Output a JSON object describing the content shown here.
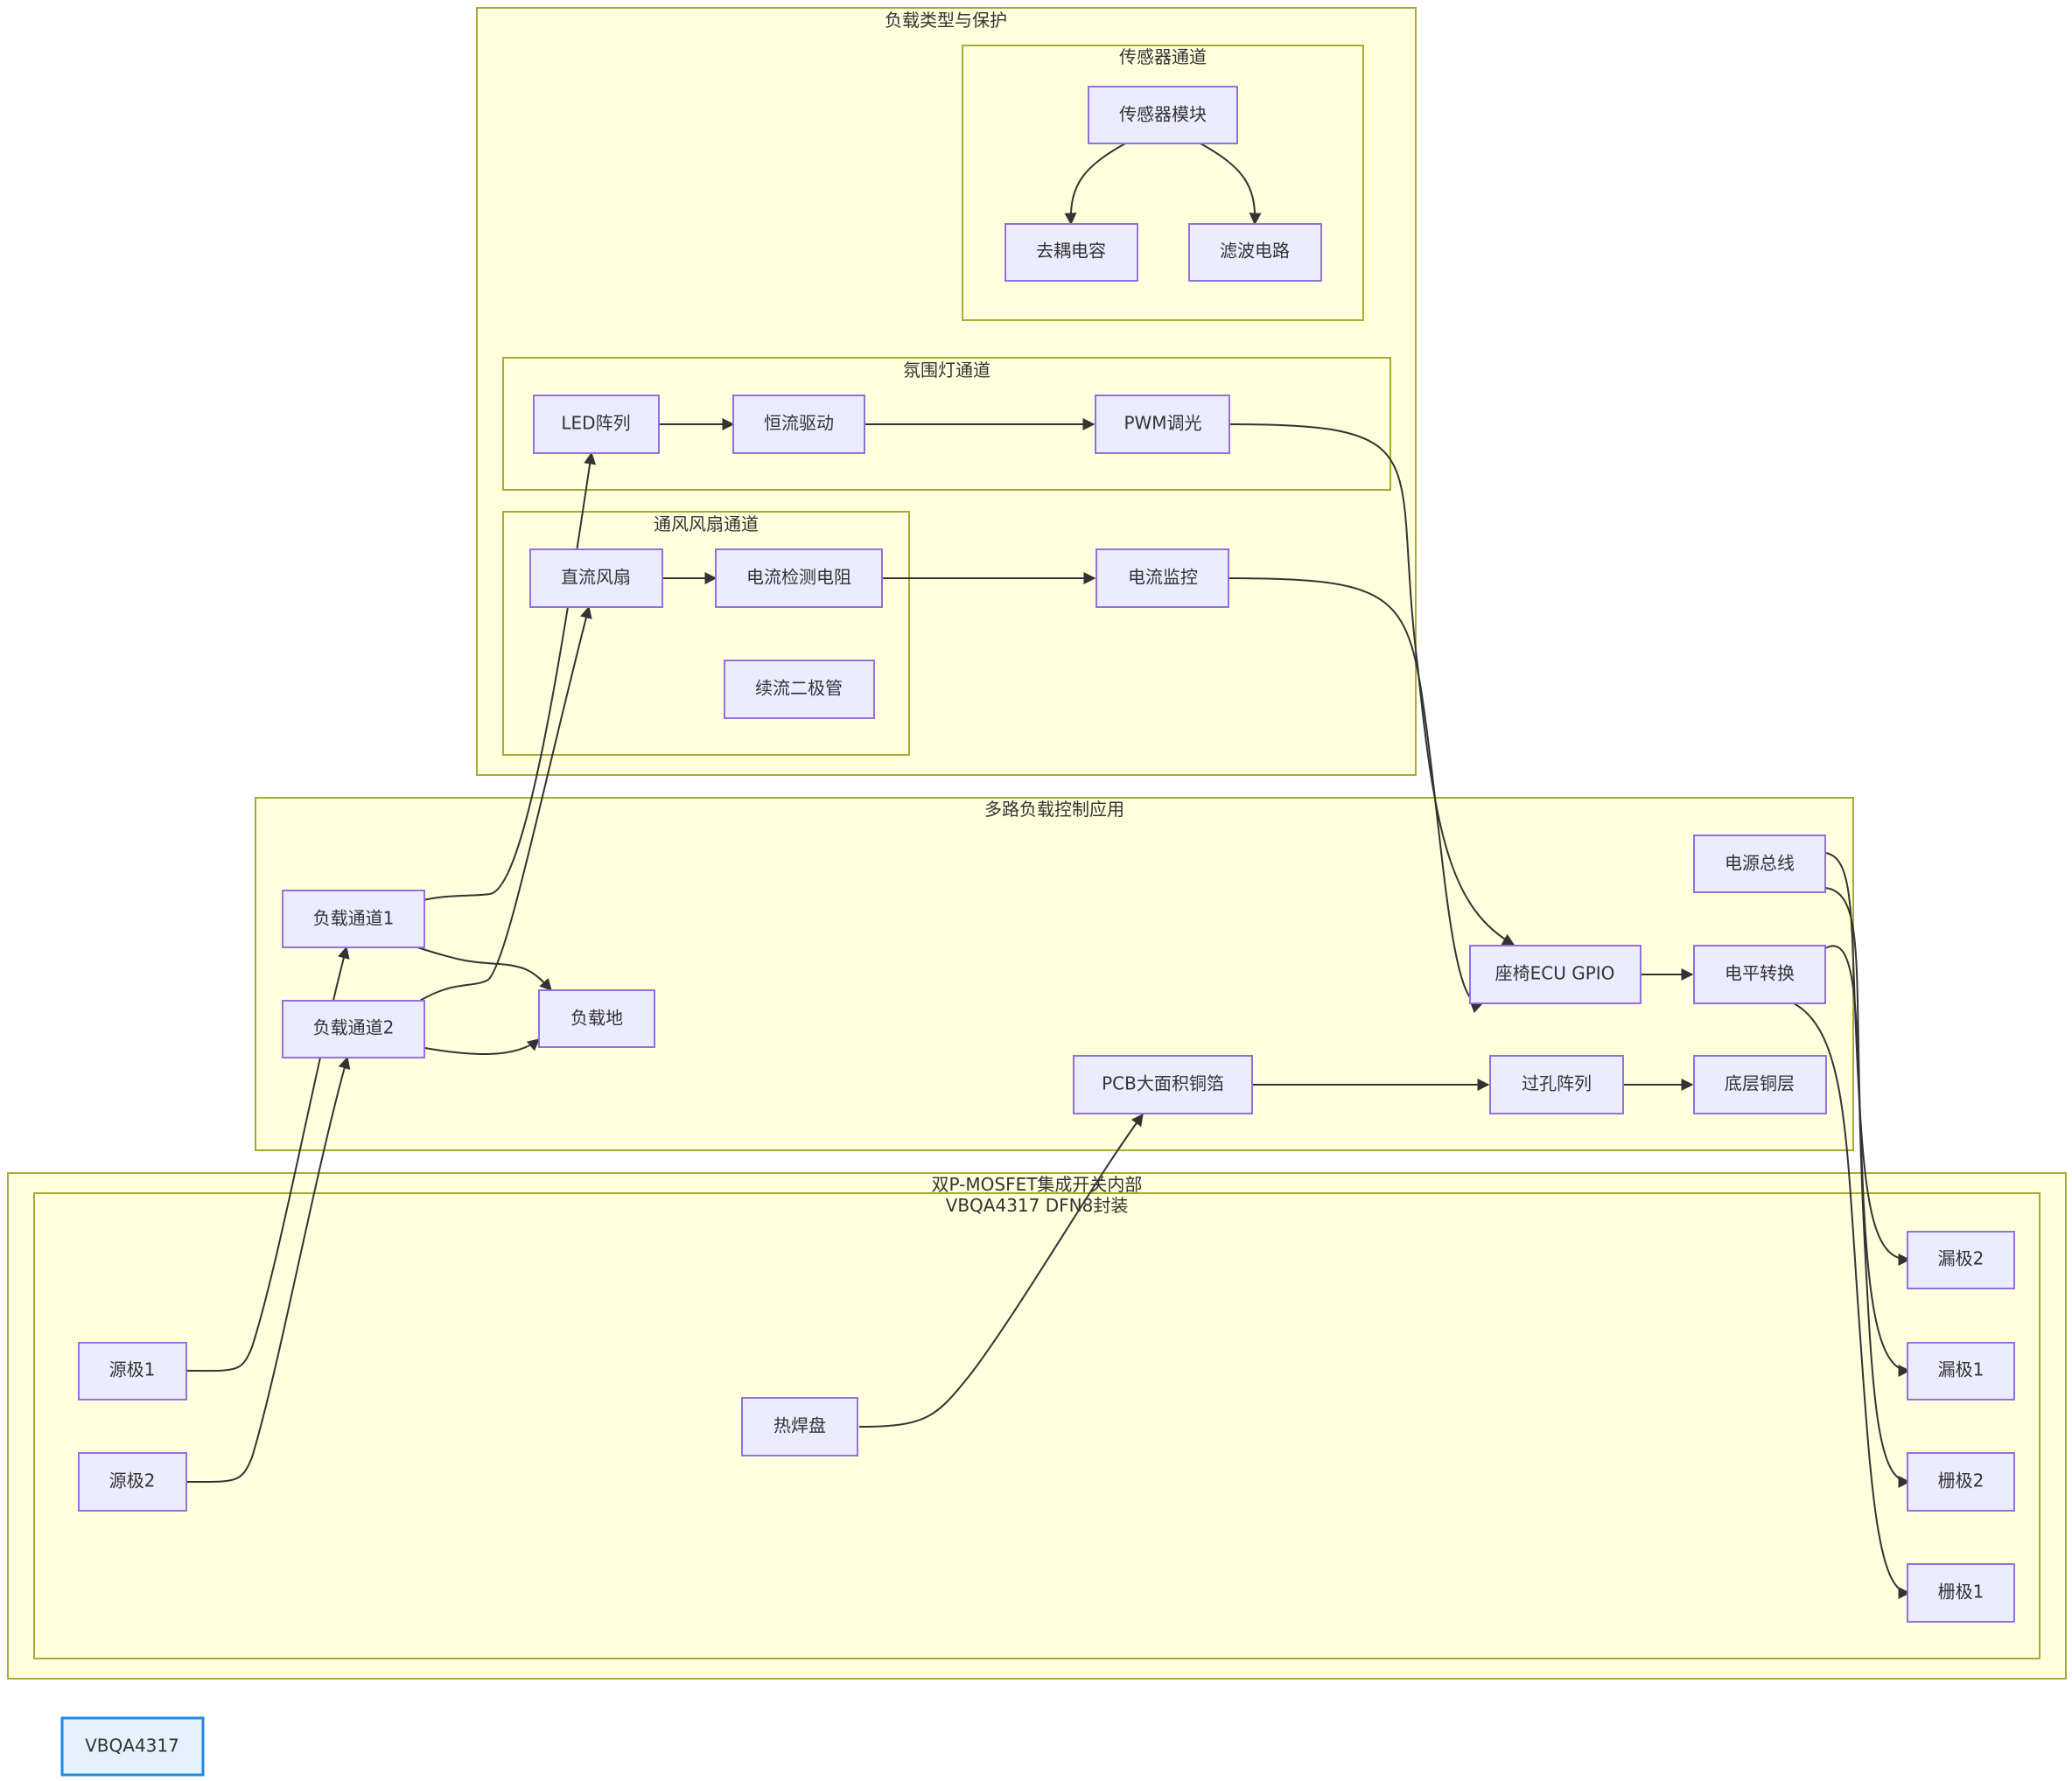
{
  "clusters": {
    "load_types": {
      "label": "负载类型与保护"
    },
    "sensor_channel": {
      "label": "传感器通道"
    },
    "ambient_light_channel": {
      "label": "氛围灯通道"
    },
    "fan_channel": {
      "label": "通风风扇通道"
    },
    "multi_load_app": {
      "label": "多路负载控制应用"
    },
    "mosfet_internal": {
      "label": "双P-MOSFET集成开关内部"
    },
    "package": {
      "label": "VBQA4317 DFN8封装"
    }
  },
  "nodes": {
    "sensor_module": "传感器模块",
    "decoupling_cap": "去耦电容",
    "filter_circuit": "滤波电路",
    "led_array": "LED阵列",
    "cc_driver": "恒流驱动",
    "pwm_dimming": "PWM调光",
    "dc_fan": "直流风扇",
    "current_sense_resistor": "电流检测电阻",
    "current_monitor": "电流监控",
    "freewheel_diode": "续流二极管",
    "power_bus": "电源总线",
    "load_channel_1": "负载通道1",
    "load_channel_2": "负载通道2",
    "load_ground": "负载地",
    "seat_ecu_gpio": "座椅ECU GPIO",
    "level_shifter": "电平转换",
    "pcb_copper": "PCB大面积铜箔",
    "via_array": "过孔阵列",
    "bottom_copper": "底层铜层",
    "source_1": "源极1",
    "source_2": "源极2",
    "thermal_pad": "热焊盘",
    "drain_2": "漏极2",
    "drain_1": "漏极1",
    "gate_2": "栅极2",
    "gate_1": "栅极1"
  },
  "legend": {
    "label": "VBQA4317"
  },
  "colors": {
    "cluster_fill": "#ffffde",
    "cluster_stroke": "#aaaa33",
    "node_fill": "#ececff",
    "node_stroke": "#9370db",
    "edge": "#333333",
    "legend_fill": "#e3f2fd",
    "legend_stroke": "#1e88e5"
  }
}
